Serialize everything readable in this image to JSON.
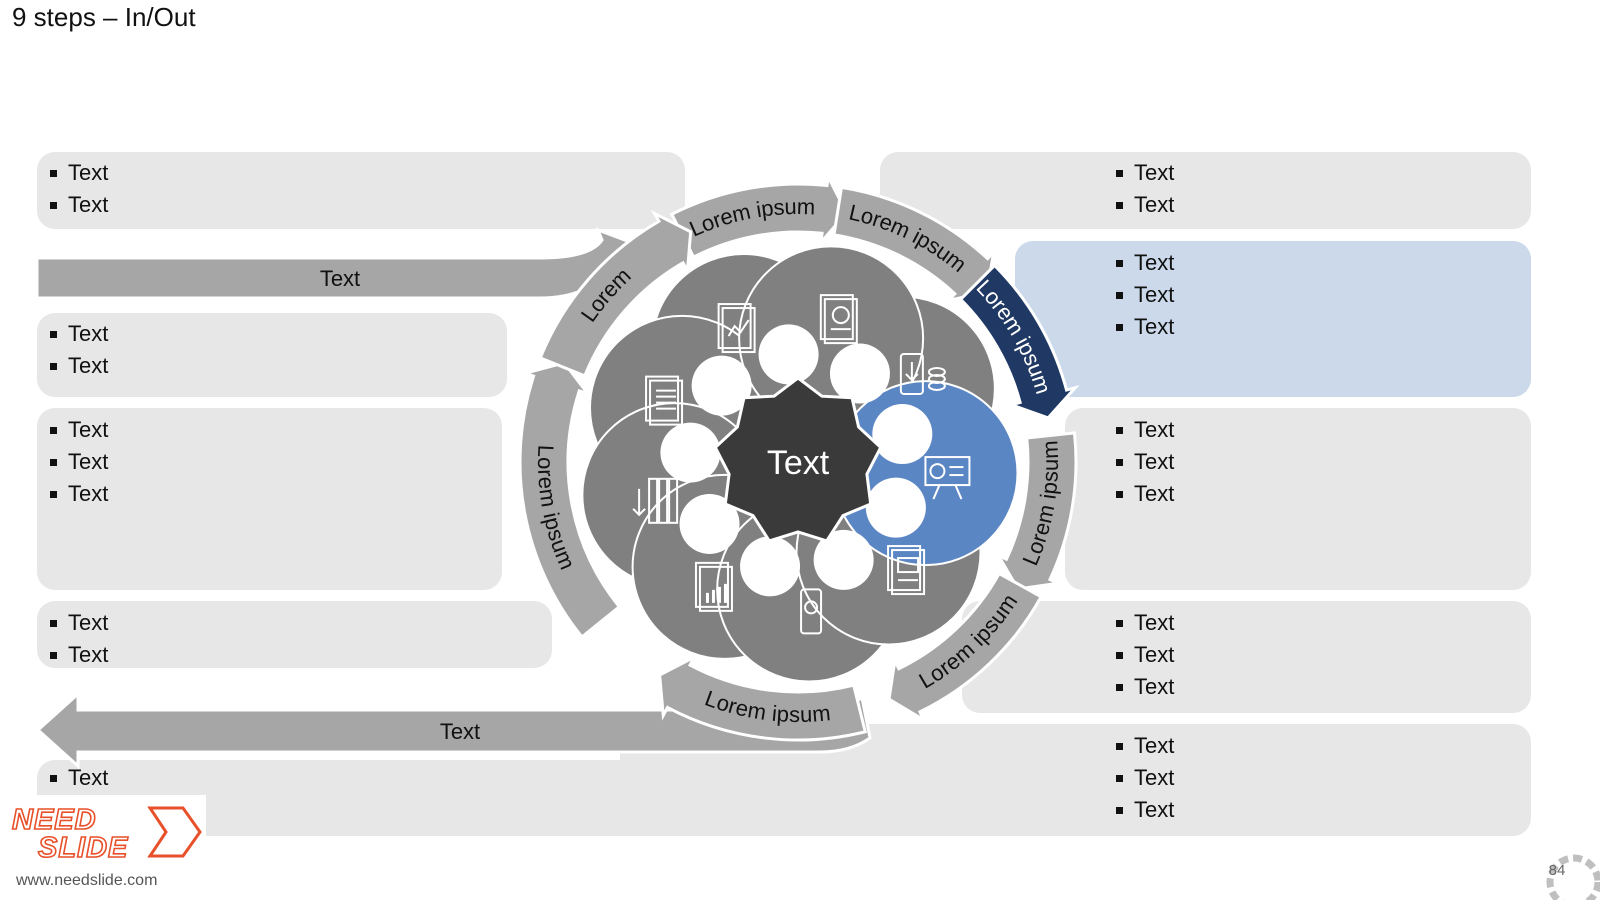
{
  "slide": {
    "title": "9 steps – In/Out",
    "page_number": "84"
  },
  "center": {
    "label": "Text"
  },
  "flows": {
    "in_label": "Text",
    "out_label": "Text"
  },
  "cycle_arrows": [
    {
      "label": "Lorem ipsum",
      "color": "#a6a6a6"
    },
    {
      "label": "Lorem ipsum",
      "color": "#a6a6a6"
    },
    {
      "label": "Lorem ipsum",
      "color": "#203864"
    },
    {
      "label": "Lorem ipsum",
      "color": "#a6a6a6"
    },
    {
      "label": "Lorem ipsum",
      "color": "#a6a6a6"
    },
    {
      "label": "Lorem ipsum",
      "color": "#a6a6a6"
    },
    {
      "label": "Lorem ipsum",
      "color": "#a6a6a6"
    },
    {
      "label": "Lorem",
      "color": "#a6a6a6"
    }
  ],
  "petals": [
    {
      "icon": "report-pie-chart-icon",
      "color": "#808080"
    },
    {
      "icon": "device-coins-icon",
      "color": "#808080"
    },
    {
      "icon": "presentation-board-icon",
      "color": "#5b86c4"
    },
    {
      "icon": "document-image-icon",
      "color": "#808080"
    },
    {
      "icon": "smartphone-icon",
      "color": "#808080"
    },
    {
      "icon": "report-bar-chart-icon",
      "color": "#808080"
    },
    {
      "icon": "binders-download-icon",
      "color": "#808080"
    },
    {
      "icon": "document-stack-icon",
      "color": "#808080"
    },
    {
      "icon": "report-line-chart-icon",
      "color": "#808080"
    }
  ],
  "left_panels": [
    {
      "bullets": [
        "Text",
        "Text"
      ]
    },
    {
      "bullets": [
        "Text",
        "Text"
      ]
    },
    {
      "bullets": [
        "Text",
        "Text",
        "Text"
      ]
    },
    {
      "bullets": [
        "Text",
        "Text"
      ]
    },
    {
      "bullets": [
        "Text"
      ]
    }
  ],
  "right_panels": [
    {
      "bullets": [
        "Text",
        "Text"
      ]
    },
    {
      "bullets": [
        "Text",
        "Text",
        "Text"
      ],
      "highlight": true
    },
    {
      "bullets": [
        "Text",
        "Text",
        "Text"
      ]
    },
    {
      "bullets": [
        "Text",
        "Text",
        "Text"
      ]
    },
    {
      "bullets": [
        "Text",
        "Text",
        "Text"
      ]
    }
  ],
  "logo": {
    "line1": "NEED",
    "line2": "SLIDE",
    "url": "www.needslide.com"
  },
  "colors": {
    "accent_blue": "#5b86c4",
    "dark_navy": "#203864",
    "panel_grey": "#e7e7e7",
    "panel_blue": "#cbd9eb"
  }
}
